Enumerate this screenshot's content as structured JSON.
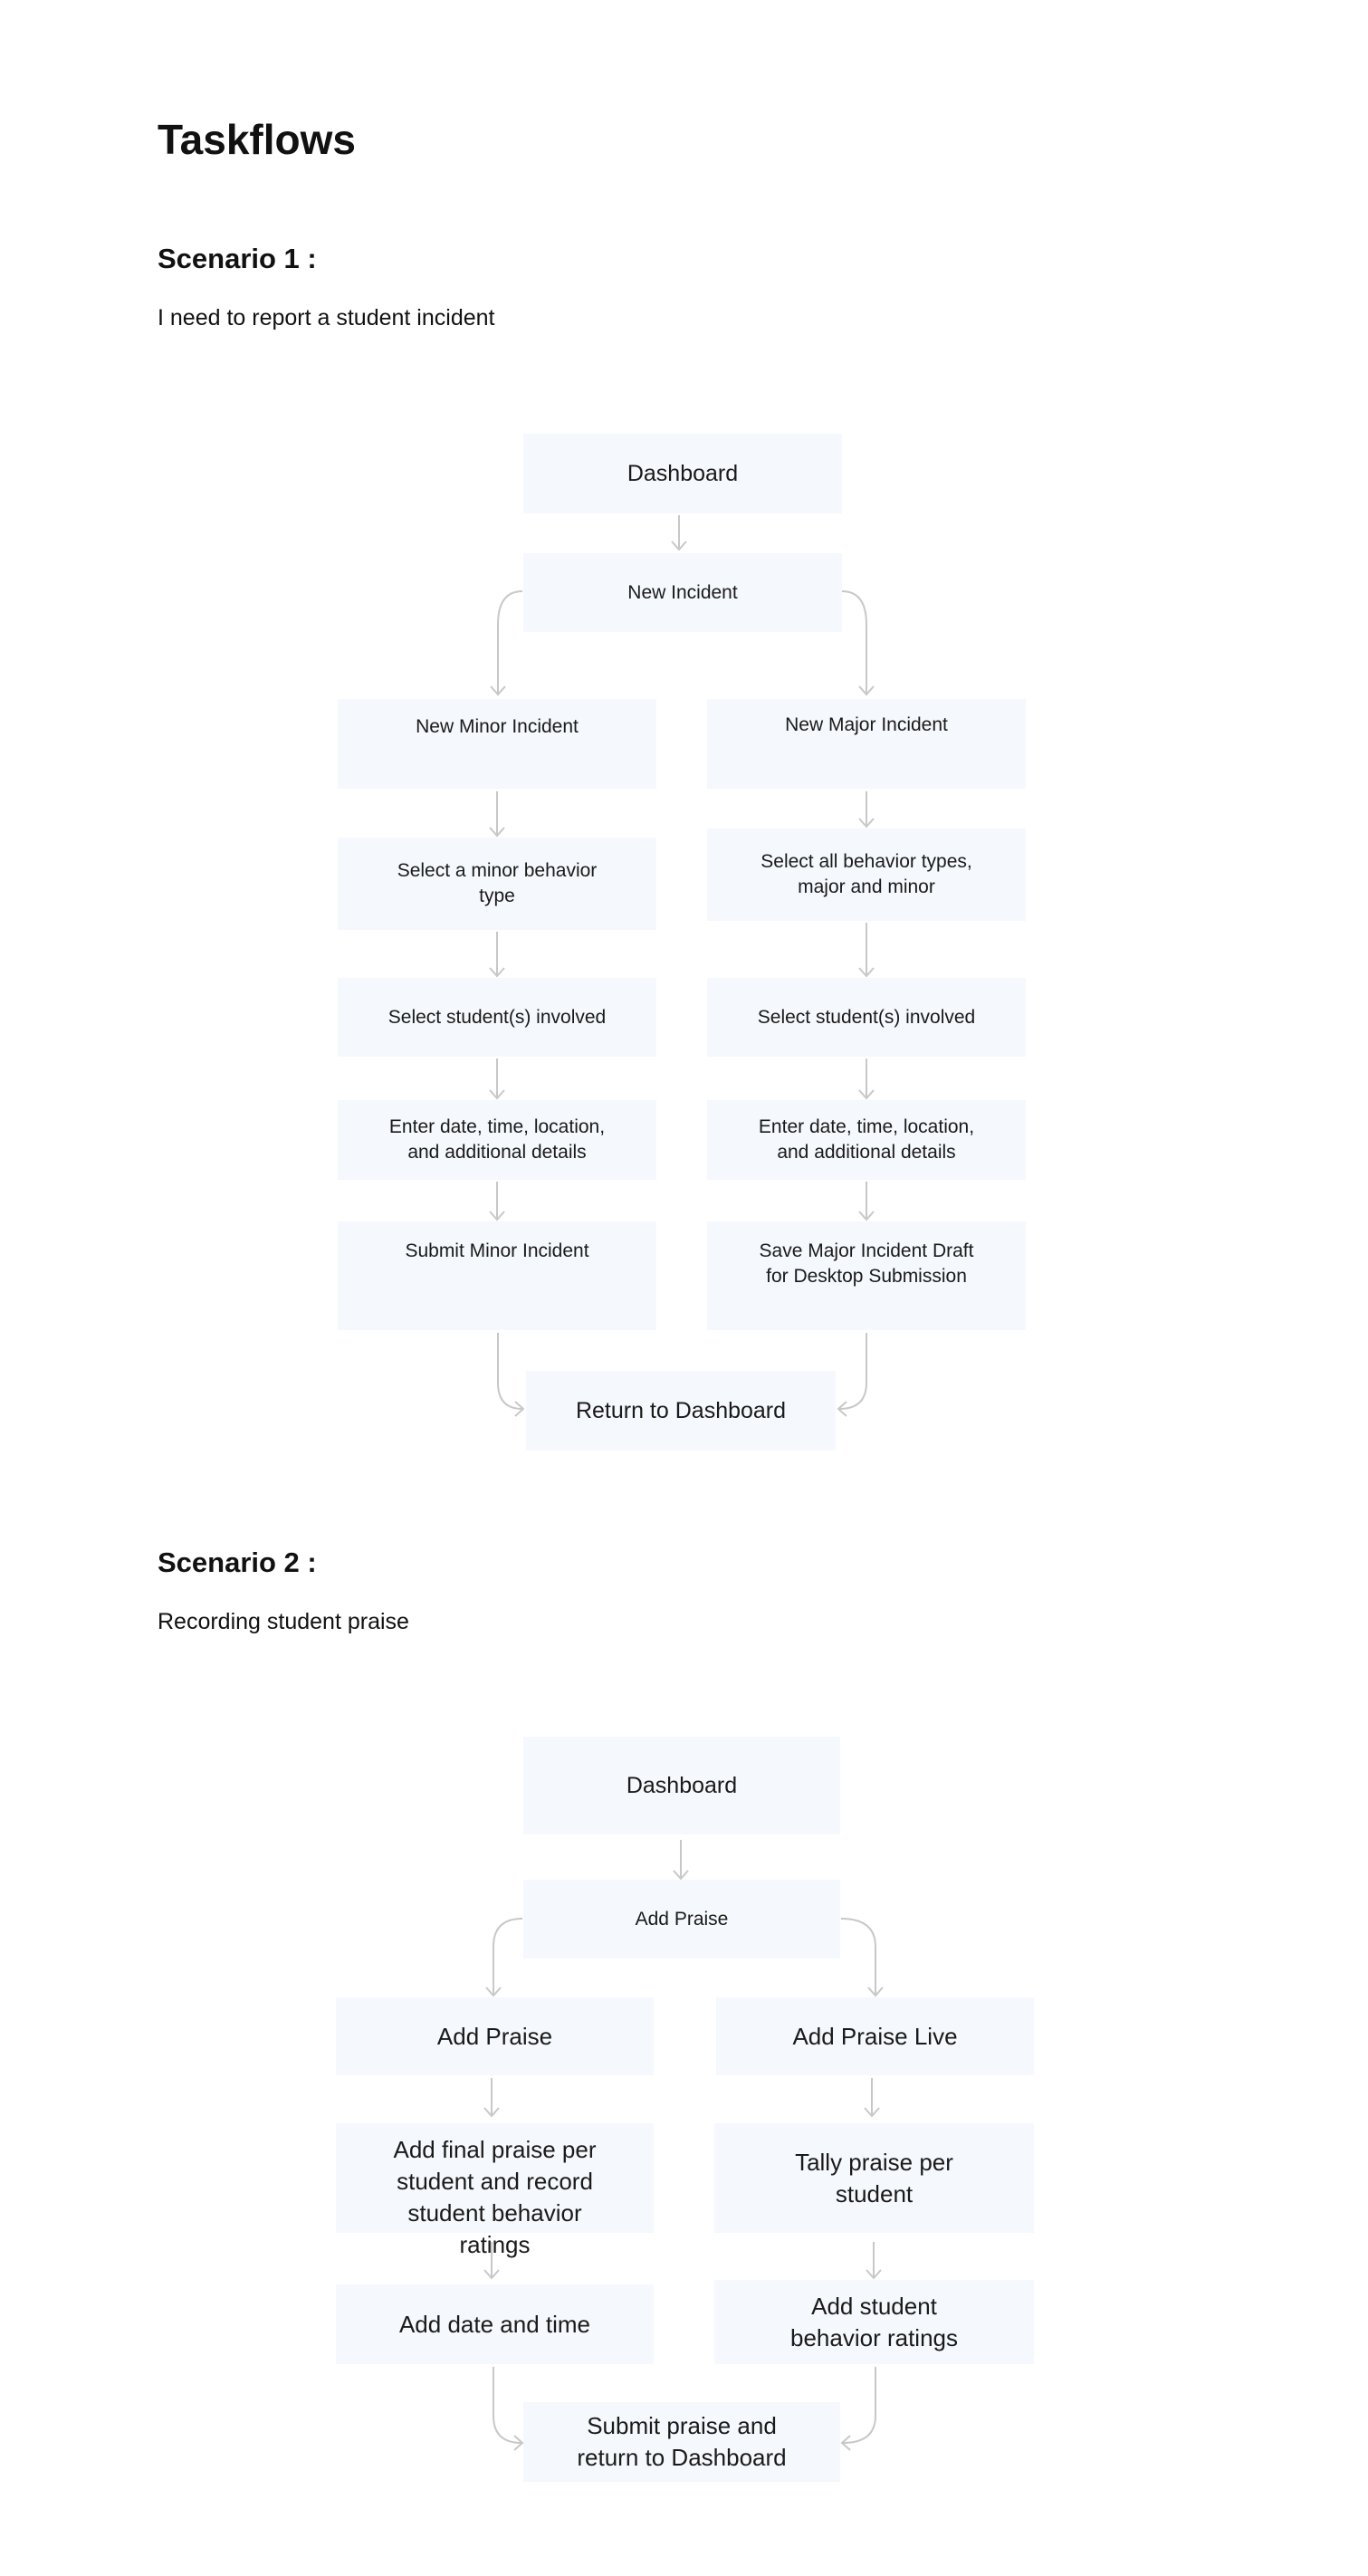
{
  "title": "Taskflows",
  "scenario1": {
    "heading": "Scenario 1 :",
    "description": "I need to report a student incident",
    "nodes": {
      "dashboard": "Dashboard",
      "new_incident": "New Incident",
      "minor": {
        "start": "New Minor Incident",
        "behavior": "Select a minor behavior type",
        "students": "Select student(s) involved",
        "details": "Enter date, time, location, and additional details",
        "submit": "Submit Minor Incident"
      },
      "major": {
        "start": "New Major Incident",
        "behavior": "Select all behavior types, major and minor",
        "students": "Select student(s) involved",
        "details": "Enter date, time, location, and additional details",
        "save": "Save Major Incident Draft for Desktop Submission"
      },
      "return": "Return to Dashboard"
    }
  },
  "scenario2": {
    "heading": "Scenario 2 :",
    "description": "Recording student praise",
    "nodes": {
      "dashboard": "Dashboard",
      "add_praise_menu": "Add Praise",
      "left": {
        "start": "Add Praise",
        "final": "Add final praise per student and record student behavior ratings",
        "datetime": "Add date and time"
      },
      "right": {
        "start": "Add Praise Live",
        "tally": "Tally praise per student",
        "ratings": "Add student behavior ratings"
      },
      "submit": "Submit praise and return to Dashboard"
    }
  },
  "colors": {
    "node_fill": "#f5f8fc",
    "connector": "#c8c8c8",
    "text": "#111111"
  }
}
